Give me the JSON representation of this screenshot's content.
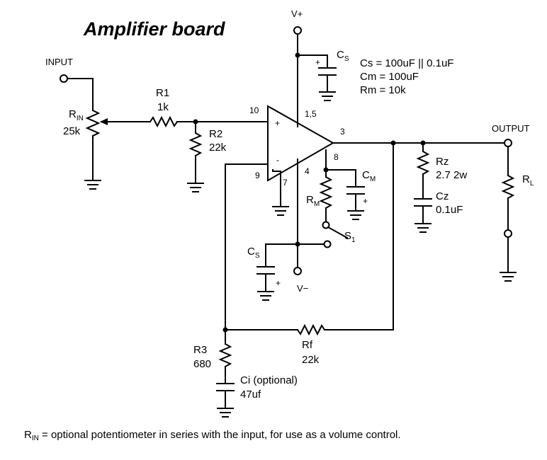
{
  "title": "Amplifier board",
  "terminals": {
    "input": "INPUT",
    "output": "OUTPUT",
    "vplus": "V+",
    "vminus": "V−"
  },
  "components": {
    "rin": {
      "name": "R",
      "sub": "IN",
      "value": "25k"
    },
    "r1": {
      "name": "R1",
      "value": "1k"
    },
    "r2": {
      "name": "R2",
      "value": "22k"
    },
    "rz": {
      "name": "Rz",
      "value": "2.7 2w"
    },
    "cz": {
      "name": "Cz",
      "value": "0.1uF"
    },
    "rl": {
      "name": "R",
      "sub": "L"
    },
    "rm": {
      "name": "R",
      "sub": "M"
    },
    "cm": {
      "name": "C",
      "sub": "M"
    },
    "cs_top": {
      "name": "C",
      "sub": "S"
    },
    "cs_bot": {
      "name": "C",
      "sub": "S"
    },
    "s1": {
      "name": "S",
      "sub": "1"
    },
    "rf": {
      "name": "Rf",
      "value": "22k"
    },
    "r3": {
      "name": "R3",
      "value": "680"
    },
    "ci": {
      "name": "Ci (optional)",
      "value": "47uf"
    }
  },
  "pins": {
    "p10": "10",
    "p15": "1,5",
    "p3": "3",
    "p8": "8",
    "p9": "9",
    "p4": "4",
    "p7": "7",
    "plus": "+",
    "minus": "-"
  },
  "notes": {
    "cs": "Cs = 100uF || 0.1uF",
    "cm": "Cm = 100uF",
    "rm": "Rm = 10k"
  },
  "footnote": {
    "prefix": "R",
    "sub": "IN",
    "text": " = optional potentiometer in series with the input, for use as a volume control."
  }
}
